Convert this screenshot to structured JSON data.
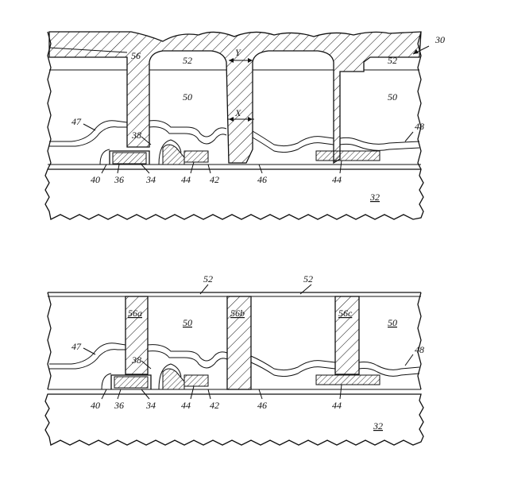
{
  "figure": {
    "label_30": "30",
    "top": {
      "labels": {
        "l56": "56",
        "l52a": "52",
        "l52b": "52",
        "l50a": "50",
        "l50b": "50",
        "lY": "Y",
        "lX": "X",
        "l47": "47",
        "l38": "38",
        "l48": "48",
        "l40": "40",
        "l36": "36",
        "l34": "34",
        "l44a": "44",
        "l42": "42",
        "l46": "46",
        "l44b": "44",
        "l32": "32"
      }
    },
    "bottom": {
      "labels": {
        "l52a": "52",
        "l52b": "52",
        "l56a": "56a",
        "l50a": "50",
        "l56b": "56b",
        "l56c": "56c",
        "l50b": "50",
        "l47": "47",
        "l38": "38",
        "l48": "48",
        "l40": "40",
        "l36": "36",
        "l34": "34",
        "l44a": "44",
        "l42": "42",
        "l46": "46",
        "l44b": "44",
        "l32": "32"
      }
    }
  }
}
